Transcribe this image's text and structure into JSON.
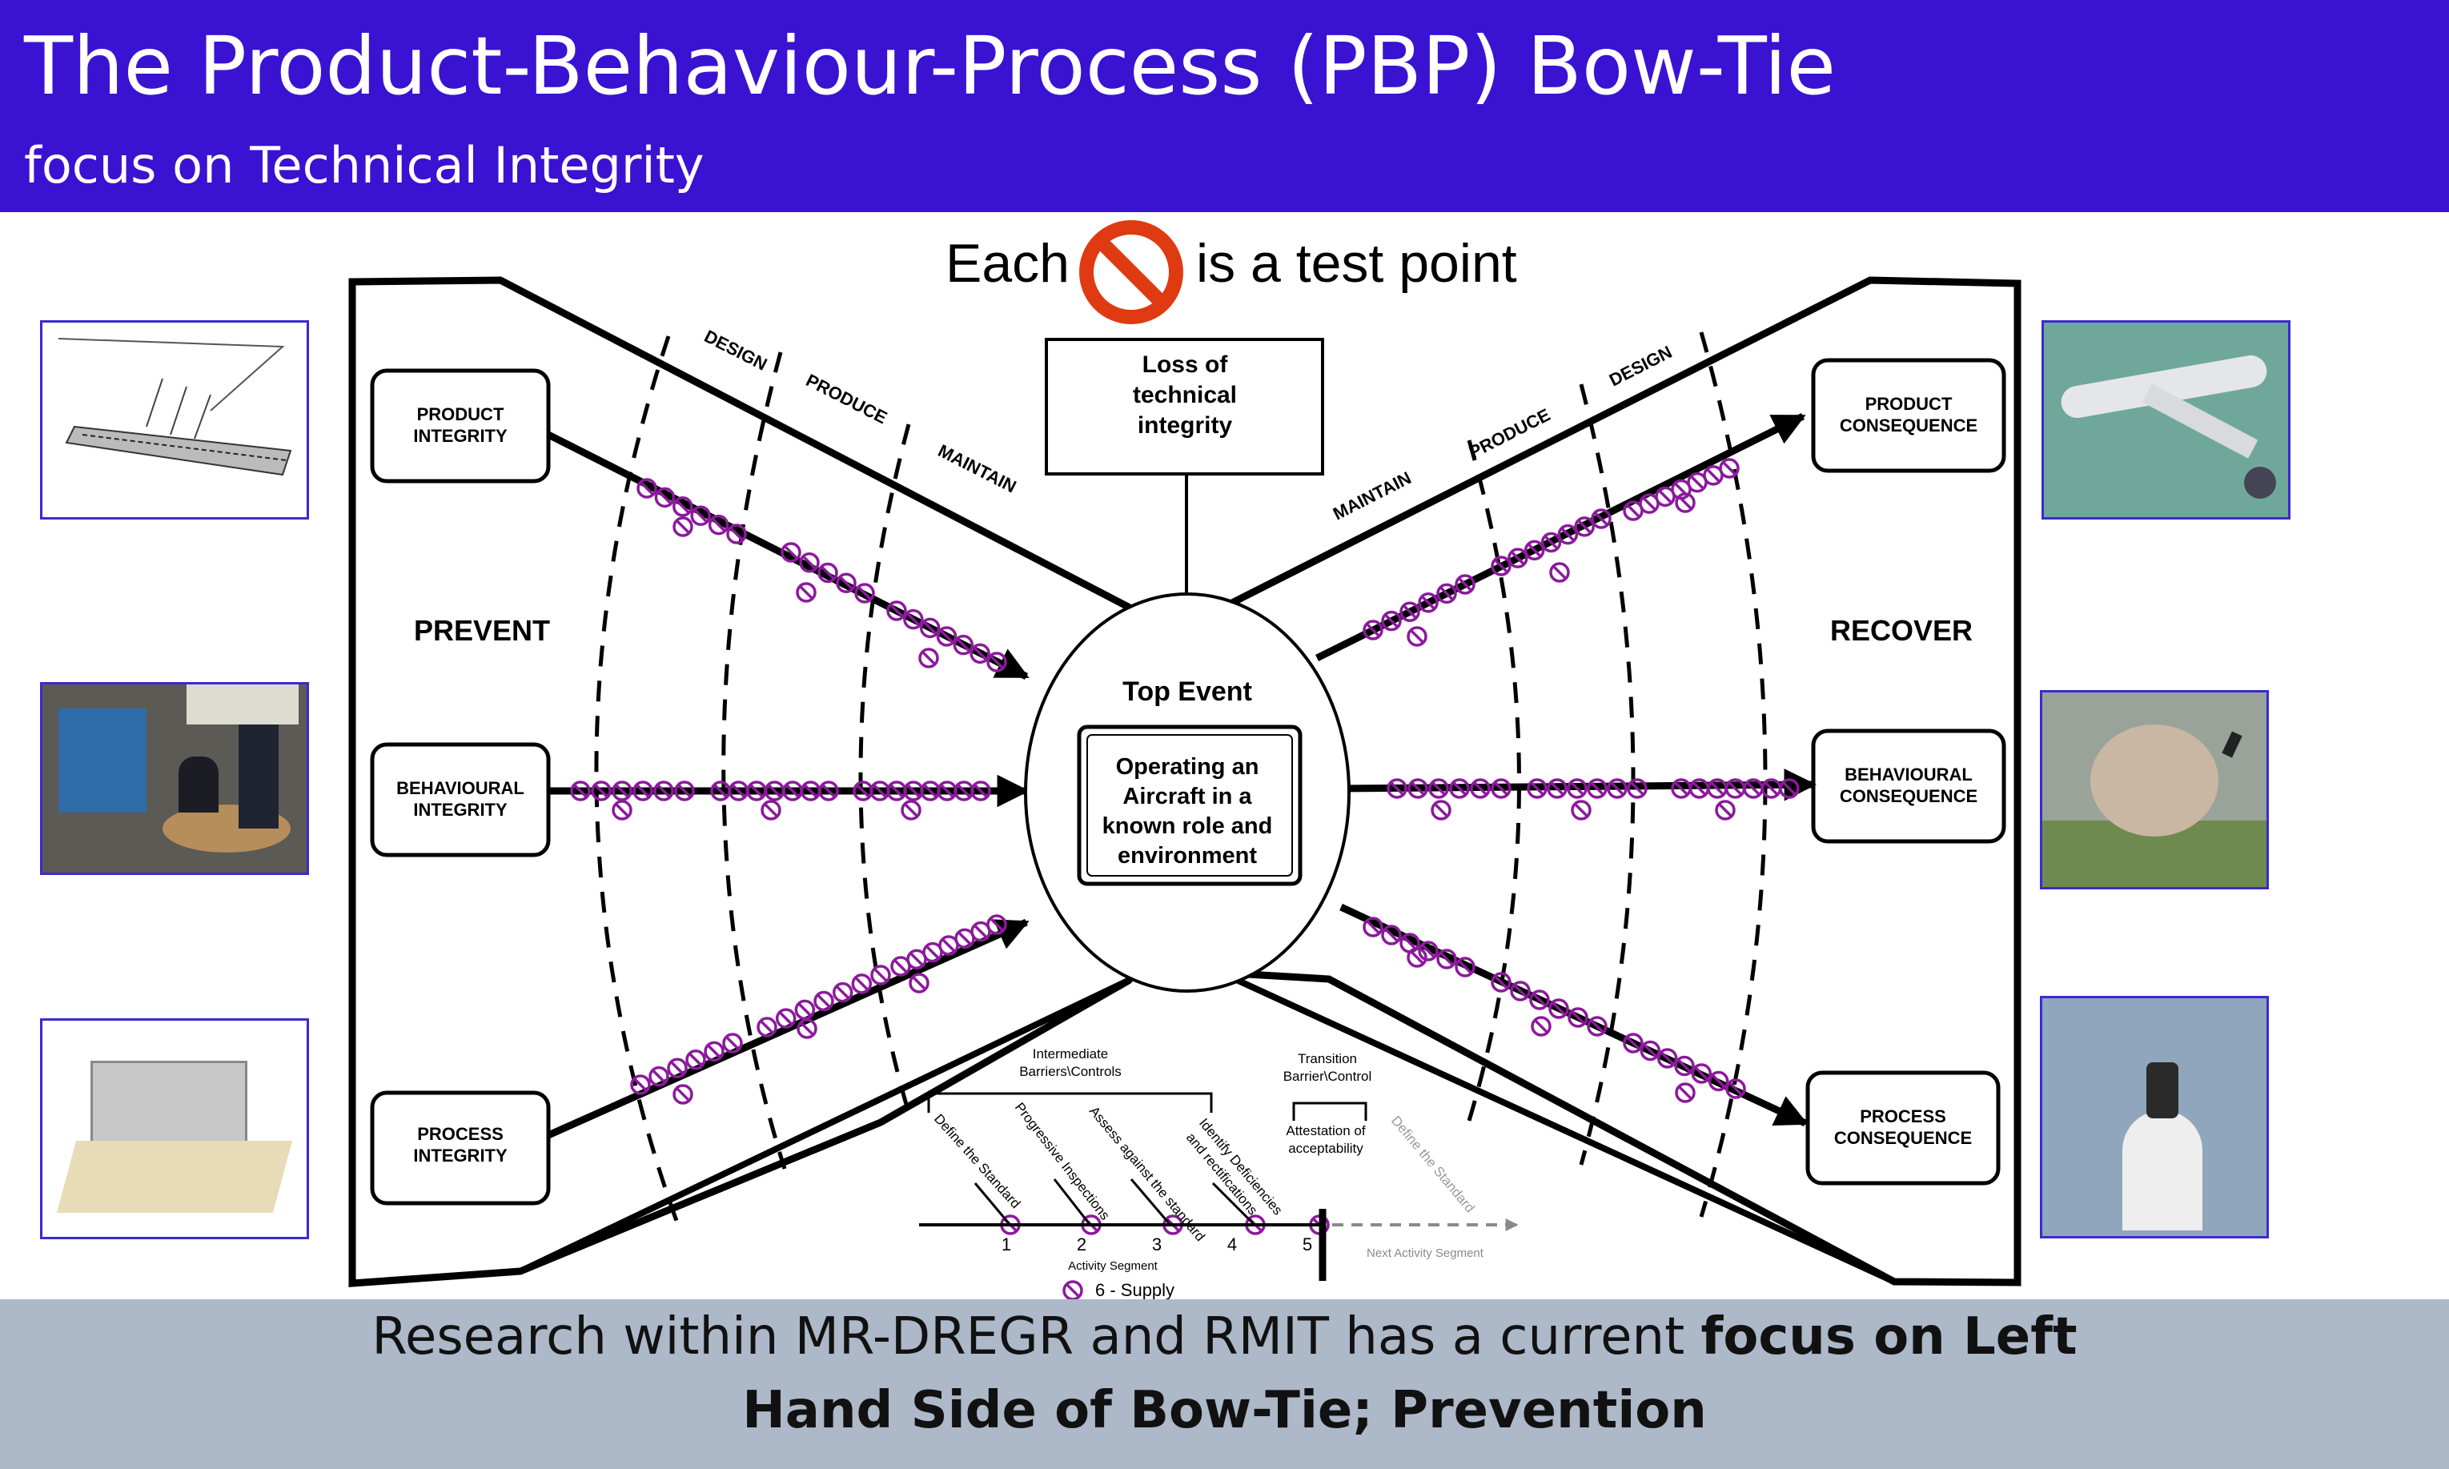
{
  "header": {
    "title": "The Product-Behaviour-Process (PBP) Bow-Tie",
    "subtitle": "focus on Technical Integrity"
  },
  "legend": {
    "prefix": "Each",
    "suffix": "is a test point",
    "icon": "no-symbol-icon"
  },
  "left": {
    "label": "PREVENT",
    "boxes": [
      {
        "line1": "PRODUCT",
        "line2": "INTEGRITY"
      },
      {
        "line1": "BEHAVIOURAL",
        "line2": "INTEGRITY"
      },
      {
        "line1": "PROCESS",
        "line2": "INTEGRITY"
      }
    ],
    "stages": [
      "DESIGN",
      "PRODUCE",
      "MAINTAIN"
    ]
  },
  "right": {
    "label": "RECOVER",
    "boxes": [
      {
        "line1": "PRODUCT",
        "line2": "CONSEQUENCE"
      },
      {
        "line1": "BEHAVIOURAL",
        "line2": "CONSEQUENCE"
      },
      {
        "line1": "PROCESS",
        "line2": "CONSEQUENCE"
      }
    ],
    "stages": [
      "MAINTAIN",
      "PRODUCE",
      "DESIGN"
    ]
  },
  "hazard": {
    "lines": [
      "Loss of",
      "technical",
      "integrity"
    ]
  },
  "top_event": {
    "title": "Top Event",
    "lines": [
      "Operating  an",
      "Aircraft in a",
      "known role  and",
      "environment"
    ]
  },
  "inset": {
    "intermediate": [
      "Intermediate",
      "Barriers\\Controls"
    ],
    "transition": [
      "Transition",
      "Barrier\\Control"
    ],
    "attestation": [
      "Attestation of",
      "acceptability"
    ],
    "activities": [
      {
        "text": "Define the Standard"
      },
      {
        "text": "Progressive Inspections"
      },
      {
        "text": "Assess against the standard"
      },
      {
        "line1": "Identify Deficiencies",
        "line2": "and rectifications"
      }
    ],
    "numbers": [
      "1",
      "2",
      "3",
      "4",
      "5"
    ],
    "activity_segment": "Activity Segment",
    "next_standard": "Define the Standard",
    "next_segment": "Next Activity Segment",
    "supply": "6 - Supply"
  },
  "images": {
    "left": [
      "wing-diagram-image",
      "office-workers-image",
      "computer-desk-image"
    ],
    "right": [
      "ditched-aircraft-image",
      "crash-explosion-image",
      "ejection-seat-image"
    ]
  },
  "footer": {
    "text1": "Research within MR-DREGR and RMIT has a current ",
    "bold1": "focus on Left",
    "bold2": "Hand Side of Bow-Tie; Prevention"
  },
  "colors": {
    "header": "#3a12d2",
    "footer": "#adb8c9",
    "test_point": "#8b1a9b",
    "legend_icon": "#e03a12"
  }
}
